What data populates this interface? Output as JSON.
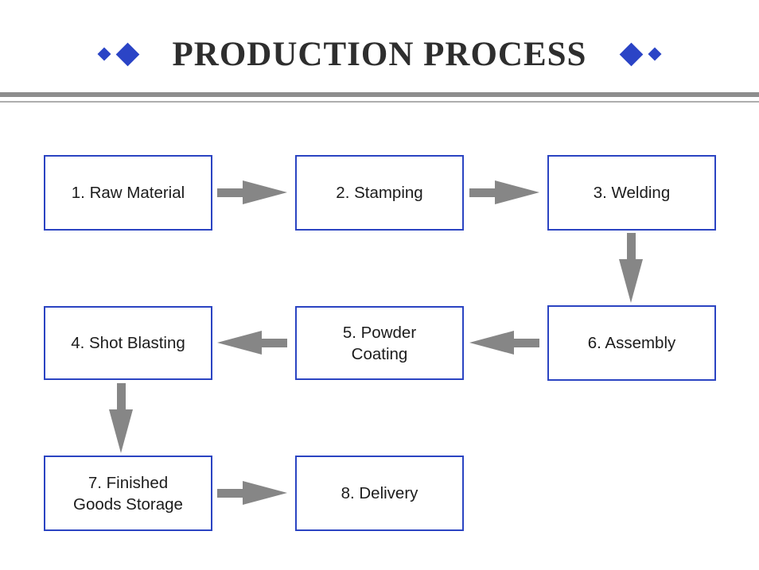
{
  "slide": {
    "title": "PRODUCTION PROCESS"
  },
  "decorations": {
    "left_diamonds": [
      "small-diamond",
      "large-diamond"
    ],
    "right_diamonds": [
      "large-diamond",
      "small-diamond"
    ]
  },
  "colors": {
    "accent_blue": "#2b44c6",
    "box_border_blue": "#2b44c2",
    "arrow_gray": "#868686",
    "divider_gray": "#8d8d8d",
    "divider_light_gray": "#aeaeae",
    "title_text": "#2e2e2e",
    "box_text": "#1c1c1c",
    "background": "#ffffff"
  },
  "flowchart": {
    "boxes": [
      {
        "id": 1,
        "label": "1. Raw Material"
      },
      {
        "id": 2,
        "label": "2. Stamping"
      },
      {
        "id": 3,
        "label": "3. Welding"
      },
      {
        "id": 4,
        "label": "4. Shot Blasting"
      },
      {
        "id": 5,
        "label": "5. Powder\nCoating"
      },
      {
        "id": 6,
        "label": "6. Assembly"
      },
      {
        "id": 7,
        "label": "7. Finished\nGoods Storage"
      },
      {
        "id": 8,
        "label": "8. Delivery"
      }
    ],
    "connections": [
      {
        "from": "1. Raw Material",
        "to": "2. Stamping",
        "direction": "right"
      },
      {
        "from": "2. Stamping",
        "to": "3. Welding",
        "direction": "right"
      },
      {
        "from": "3. Welding",
        "to": "6. Assembly",
        "direction": "down"
      },
      {
        "from": "6. Assembly",
        "to": "5. Powder Coating",
        "direction": "left"
      },
      {
        "from": "5. Powder Coating",
        "to": "4. Shot Blasting",
        "direction": "left"
      },
      {
        "from": "4. Shot Blasting",
        "to": "7. Finished Goods Storage",
        "direction": "down"
      },
      {
        "from": "7. Finished Goods Storage",
        "to": "8. Delivery",
        "direction": "right"
      }
    ]
  }
}
